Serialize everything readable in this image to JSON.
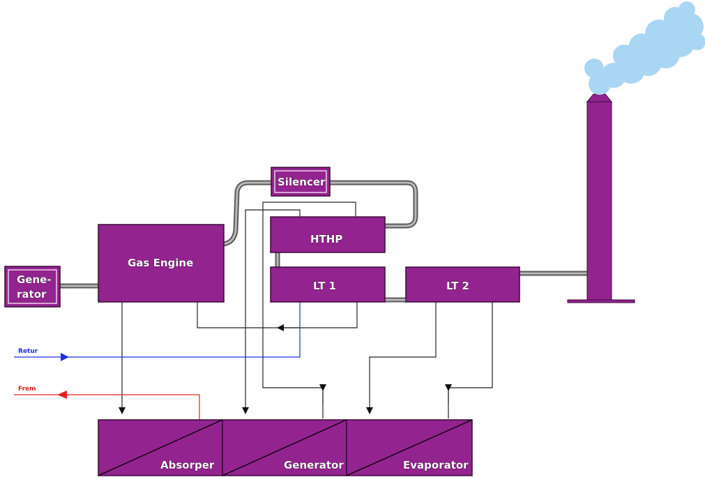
{
  "colors": {
    "unit_fill": "#93238f",
    "unit_border": "#3a0a38",
    "pipe": "#8a8a8a",
    "retur": "#1f2fe0",
    "frem": "#e3201b",
    "smoke": "#a9d6f2",
    "line": "#222222"
  },
  "units": {
    "generator_line1": "Gene-",
    "generator_line2": "rator",
    "gas_engine": "Gas Engine",
    "silencer": "Silencer",
    "hthp": "HTHP",
    "lt1": "LT 1",
    "lt2": "LT 2"
  },
  "absorption_chiller": {
    "absorper": "Absorper",
    "generator": "Generator",
    "evaporator": "Evaporator"
  },
  "flows": {
    "retur": "Retur",
    "frem": "Frem"
  },
  "icons": {
    "chimney": "chimney-icon",
    "smoke": "smoke-cloud-icon"
  }
}
